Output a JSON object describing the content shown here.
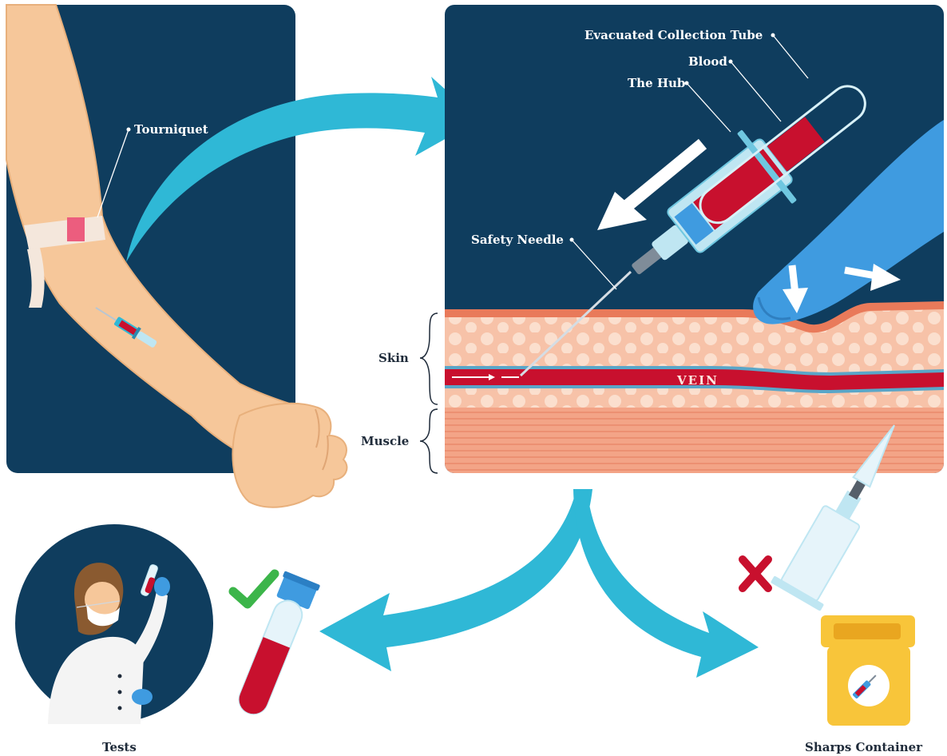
{
  "labels": {
    "tourniquet": "Tourniquet",
    "evacuated_tube": "Evacuated Collection Tube",
    "blood": "Blood",
    "hub": "The Hub",
    "safety_needle": "Safety Needle",
    "skin": "Skin",
    "muscle": "Muscle",
    "vein": "VEIN",
    "tests": "Tests",
    "sharps_container": "Sharps Container"
  },
  "colors": {
    "navy": "#0f3d5e",
    "skin_tone": "#f6c79a",
    "blood_red": "#c8102e",
    "arrow_cyan": "#2fb8d6",
    "glove_blue": "#3f9be0",
    "check_green": "#3cb54a",
    "cross_red": "#c8102e",
    "container_yellow": "#f8c53a"
  },
  "icons": {
    "accepted": "check-icon",
    "rejected": "cross-icon"
  }
}
